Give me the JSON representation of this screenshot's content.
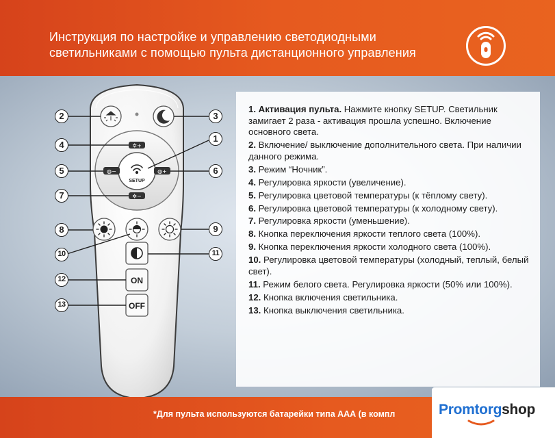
{
  "header": {
    "title_line1": "Инструкция по настройке и управлению светодиодными",
    "title_line2": "светильниками с помощью пульта дистанционного управления",
    "icon": "remote-control-icon"
  },
  "remote": {
    "setup_label": "SETUP",
    "on_label": "ON",
    "off_label": "OFF"
  },
  "callouts": [
    "1",
    "2",
    "3",
    "4",
    "5",
    "6",
    "7",
    "8",
    "9",
    "10",
    "11",
    "12",
    "13"
  ],
  "instructions": [
    {
      "num": "1.",
      "bold": "Активация пульта.",
      "text": " Нажмите кнопку SETUP. Светильник замигает 2 раза - активация прошла успешно. Включение основного света."
    },
    {
      "num": "2.",
      "bold": "",
      "text": " Включение/ выключение дополнительного света. При наличии данного режима."
    },
    {
      "num": "3.",
      "bold": "",
      "text": " Режим “Ночник”."
    },
    {
      "num": "4.",
      "bold": "",
      "text": " Регулировка яркости (увеличение)."
    },
    {
      "num": "5.",
      "bold": "",
      "text": " Регулировка цветовой температуры (к тёплому свету)."
    },
    {
      "num": "6.",
      "bold": "",
      "text": " Регулировка цветовой температуры (к холодному свету)."
    },
    {
      "num": "7.",
      "bold": "",
      "text": " Регулировка яркости (уменьшение)."
    },
    {
      "num": "8.",
      "bold": "",
      "text": " Кнопка переключения яркости теплого света (100%)."
    },
    {
      "num": "9.",
      "bold": "",
      "text": " Кнопка переключения яркости холодного света (100%)."
    },
    {
      "num": "10.",
      "bold": "",
      "text": " Регулировка цветовой температуры (холодный, теплый, белый свет)."
    },
    {
      "num": "11.",
      "bold": "",
      "text": " Режим белого света. Регулировка яркости (50% или 100%)."
    },
    {
      "num": "12.",
      "bold": "",
      "text": " Кнопка включения светильника."
    },
    {
      "num": "13.",
      "bold": "",
      "text": " Кнопка выключения светильника."
    }
  ],
  "footer": {
    "note": "*Для пульта используются батарейки типа ААА (в компл"
  },
  "logo": {
    "part1": "Promtorg",
    "part2": "shop"
  },
  "colors": {
    "accent_orange": "#e65a1f",
    "logo_blue": "#1f6fd1",
    "remote_body": "#f1f1f1"
  }
}
